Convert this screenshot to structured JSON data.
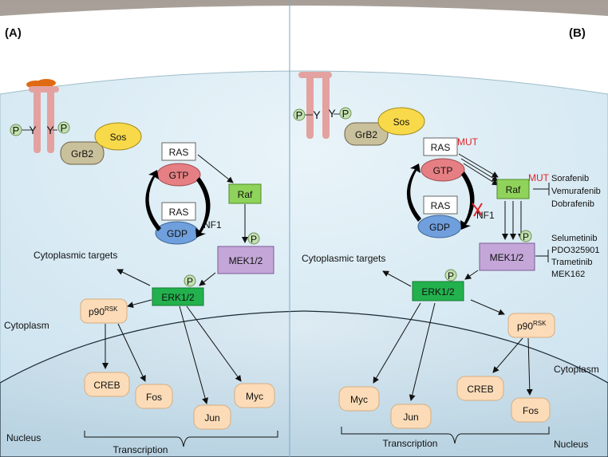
{
  "panels": {
    "A": {
      "panel_label": "(A)",
      "receptor": {
        "p_left": "P",
        "y_left": "Y",
        "y_right": "Y",
        "p_right": "P",
        "grb2": "GrB2",
        "sos": "Sos"
      },
      "ras_top": "RAS",
      "gtp": "GTP",
      "ras_bottom": "RAS",
      "gdp": "GDP",
      "nf1": "NF1",
      "raf": "Raf",
      "p_mek": "P",
      "mek": "MEK1/2",
      "p_erk": "P",
      "erk": "ERK1/2",
      "cytoplasmic_targets": "Cytoplasmic targets",
      "p90": "p90",
      "p90_sup": "RSK",
      "creb": "CREB",
      "fos": "Fos",
      "jun": "Jun",
      "myc": "Myc",
      "cytoplasm": "Cytoplasm",
      "nucleus": "Nucleus",
      "transcription": "Transcription"
    },
    "B": {
      "panel_label": "(B)",
      "receptor": {
        "p_left": "P",
        "y_left": "Y",
        "y_right": "Y",
        "p_right": "P",
        "grb2": "GrB2",
        "sos": "Sos"
      },
      "ras_top": "RAS",
      "ras_mut": "MUT",
      "gtp": "GTP",
      "ras_bottom": "RAS",
      "gdp": "GDP",
      "nf1": "NF1",
      "raf": "Raf",
      "raf_mut": "MUT",
      "raf_inhibitors": [
        "Sorafenib",
        "Vemurafenib",
        "Dobrafenib"
      ],
      "p_mek": "P",
      "mek": "MEK1/2",
      "mek_inhibitors": [
        "Selumetinib",
        "PDO325901",
        "Trametinib",
        "MEK162"
      ],
      "p_erk": "P",
      "erk": "ERK1/2",
      "cytoplasmic_targets": "Cytoplasmic targets",
      "p90": "p90",
      "p90_sup": "RSK",
      "myc": "Myc",
      "jun": "Jun",
      "creb": "CREB",
      "fos": "Fos",
      "cytoplasm": "Cytoplasm",
      "nucleus": "Nucleus",
      "transcription": "Transcription"
    }
  },
  "colors": {
    "cell": "#d4e9f3",
    "top_bg": "#c8c0b8",
    "nucleus": "#c3dbe8",
    "ras_gtp": "#e57f83",
    "ras_gdp": "#6f9fdc",
    "raf": "#8fd35a",
    "mek": "#c4a7d8",
    "erk": "#23b14d",
    "nucleus_protein": "#fcdcb8",
    "grb2": "#c9c09c",
    "sos": "#f8d94a",
    "receptor": "#e3a2a0",
    "phospho": "#c4e2b0",
    "mutation": "#e0242a"
  }
}
